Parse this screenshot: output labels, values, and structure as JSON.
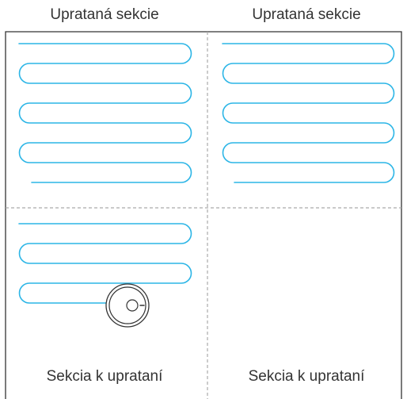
{
  "labels": {
    "cleaned_section_left": "Uprataná sekcie",
    "cleaned_section_right": "Uprataná sekcie",
    "to_clean_left": "Sekcia k uprataní",
    "to_clean_right": "Sekcia k uprataní"
  },
  "colors": {
    "path": "#2bb5e6",
    "border": "#333333",
    "divider": "#aaaaaa",
    "text": "#333333"
  },
  "icons": {
    "robot": "robot-vacuum-icon"
  }
}
